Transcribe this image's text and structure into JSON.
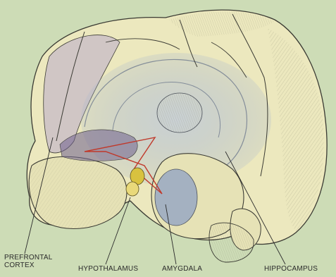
{
  "labels": {
    "prefrontal_line1": "PREFRONTAL",
    "prefrontal_line2": "CORTEX",
    "hypothalamus": "HYPOTHALAMUS",
    "amygdala": "AMYGDALA",
    "hippocampus": "HIPPOCAMPUS"
  },
  "colors": {
    "background": "#cddcb6",
    "brain_fill": "#ece8be",
    "brain_outline": "#3a3a33",
    "limbic_blue": "#a9b7cc",
    "prefrontal_purple": "#b9aacb",
    "pathway_red": "#c0392b",
    "hypothalamus_yellow": "#d8c23f",
    "amygdala_blue": "#8ea0c4"
  }
}
